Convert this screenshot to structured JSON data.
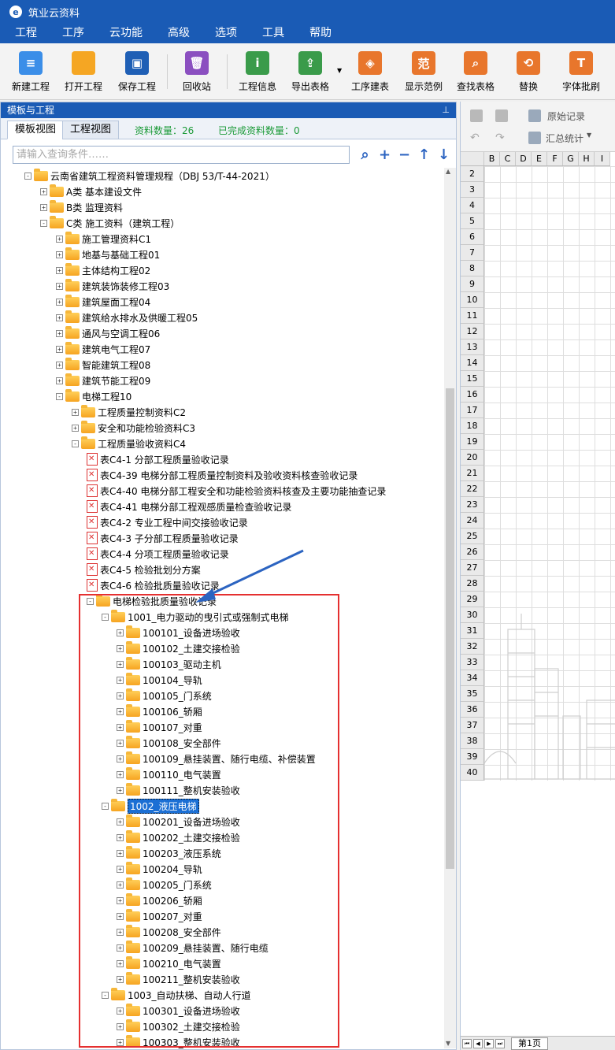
{
  "app": {
    "title": "筑业云资料"
  },
  "menu": [
    "工程",
    "工序",
    "云功能",
    "高级",
    "选项",
    "工具",
    "帮助"
  ],
  "toolbar": [
    {
      "label": "新建工程",
      "icon": "new-project-icon",
      "color": "#3b8ee8",
      "glyph": "≡"
    },
    {
      "label": "打开工程",
      "icon": "open-folder-icon",
      "color": "#f5a623",
      "glyph": ""
    },
    {
      "label": "保存工程",
      "icon": "save-icon",
      "color": "#1f5fb5",
      "glyph": "▣"
    },
    {
      "label": "回收站",
      "icon": "recycle-bin-icon",
      "color": "#8b4fc0",
      "glyph": "🗑"
    },
    {
      "label": "工程信息",
      "icon": "info-icon",
      "color": "#3a9b4a",
      "glyph": "i"
    },
    {
      "label": "导出表格",
      "icon": "export-table-icon",
      "color": "#3a9b4a",
      "glyph": "⇪"
    },
    {
      "label": "工序建表",
      "icon": "layers-icon",
      "color": "#e8762c",
      "glyph": "◈"
    },
    {
      "label": "显示范例",
      "icon": "example-icon",
      "color": "#e8762c",
      "glyph": "范"
    },
    {
      "label": "查找表格",
      "icon": "search-icon",
      "color": "#e8762c",
      "glyph": "⌕"
    },
    {
      "label": "替换",
      "icon": "replace-icon",
      "color": "#e8762c",
      "glyph": "⟲"
    },
    {
      "label": "字体批刷",
      "icon": "font-brush-icon",
      "color": "#e8762c",
      "glyph": "T"
    }
  ],
  "panel": {
    "title": "模板与工程",
    "tabs": [
      "模板视图",
      "工程视图"
    ],
    "count_label": "资料数量：26",
    "done_label": "已完成资料数量：0",
    "search_placeholder": "请输入查询条件……"
  },
  "tree": [
    {
      "depth": 1,
      "type": "folder",
      "exp": "-",
      "label": "云南省建筑工程资料管理规程（DBJ 53/T-44-2021）"
    },
    {
      "depth": 2,
      "type": "folder",
      "exp": "+",
      "label": "A类 基本建设文件"
    },
    {
      "depth": 2,
      "type": "folder",
      "exp": "+",
      "label": "B类 监理资料"
    },
    {
      "depth": 2,
      "type": "folder",
      "exp": "-",
      "label": "C类 施工资料（建筑工程）"
    },
    {
      "depth": 3,
      "type": "folder",
      "exp": "+",
      "label": "施工管理资料C1"
    },
    {
      "depth": 3,
      "type": "folder",
      "exp": "+",
      "label": "地基与基础工程01"
    },
    {
      "depth": 3,
      "type": "folder",
      "exp": "+",
      "label": "主体结构工程02"
    },
    {
      "depth": 3,
      "type": "folder",
      "exp": "+",
      "label": "建筑装饰装修工程03"
    },
    {
      "depth": 3,
      "type": "folder",
      "exp": "+",
      "label": "建筑屋面工程04"
    },
    {
      "depth": 3,
      "type": "folder",
      "exp": "+",
      "label": "建筑给水排水及供暖工程05"
    },
    {
      "depth": 3,
      "type": "folder",
      "exp": "+",
      "label": "通风与空调工程06"
    },
    {
      "depth": 3,
      "type": "folder",
      "exp": "+",
      "label": "建筑电气工程07"
    },
    {
      "depth": 3,
      "type": "folder",
      "exp": "+",
      "label": "智能建筑工程08"
    },
    {
      "depth": 3,
      "type": "folder",
      "exp": "+",
      "label": "建筑节能工程09"
    },
    {
      "depth": 3,
      "type": "folder",
      "exp": "-",
      "label": "电梯工程10"
    },
    {
      "depth": 4,
      "type": "folder",
      "exp": "+",
      "label": "工程质量控制资料C2"
    },
    {
      "depth": 4,
      "type": "folder",
      "exp": "+",
      "label": "安全和功能检验资料C3"
    },
    {
      "depth": 4,
      "type": "folder",
      "exp": "-",
      "label": "工程质量验收资料C4"
    },
    {
      "depth": 5,
      "type": "file",
      "exp": "",
      "label": "表C4-1 分部工程质量验收记录"
    },
    {
      "depth": 5,
      "type": "file",
      "exp": "",
      "label": "表C4-39 电梯分部工程质量控制资料及验收资料核查验收记录"
    },
    {
      "depth": 5,
      "type": "file",
      "exp": "",
      "label": "表C4-40 电梯分部工程安全和功能检验资料核查及主要功能抽查记录"
    },
    {
      "depth": 5,
      "type": "file",
      "exp": "",
      "label": "表C4-41 电梯分部工程观感质量检查验收记录"
    },
    {
      "depth": 5,
      "type": "file",
      "exp": "",
      "label": "表C4-2 专业工程中间交接验收记录"
    },
    {
      "depth": 5,
      "type": "file",
      "exp": "",
      "label": "表C4-3 子分部工程质量验收记录"
    },
    {
      "depth": 5,
      "type": "file",
      "exp": "",
      "label": "表C4-4 分项工程质量验收记录"
    },
    {
      "depth": 5,
      "type": "file",
      "exp": "",
      "label": "表C4-5 检验批划分方案"
    },
    {
      "depth": 5,
      "type": "file",
      "exp": "",
      "label": "表C4-6 检验批质量验收记录"
    },
    {
      "depth": 5,
      "type": "folder",
      "exp": "-",
      "label": "电梯检验批质量验收记录"
    },
    {
      "depth": 6,
      "type": "folder",
      "exp": "-",
      "label": "1001_电力驱动的曳引式或强制式电梯"
    },
    {
      "depth": 7,
      "type": "folder",
      "exp": "+",
      "label": "100101_设备进场验收"
    },
    {
      "depth": 7,
      "type": "folder",
      "exp": "+",
      "label": "100102_土建交接检验"
    },
    {
      "depth": 7,
      "type": "folder",
      "exp": "+",
      "label": "100103_驱动主机"
    },
    {
      "depth": 7,
      "type": "folder",
      "exp": "+",
      "label": "100104_导轨"
    },
    {
      "depth": 7,
      "type": "folder",
      "exp": "+",
      "label": "100105_门系统"
    },
    {
      "depth": 7,
      "type": "folder",
      "exp": "+",
      "label": "100106_轿厢"
    },
    {
      "depth": 7,
      "type": "folder",
      "exp": "+",
      "label": "100107_对重"
    },
    {
      "depth": 7,
      "type": "folder",
      "exp": "+",
      "label": "100108_安全部件"
    },
    {
      "depth": 7,
      "type": "folder",
      "exp": "+",
      "label": "100109_悬挂装置、随行电缆、补偿装置"
    },
    {
      "depth": 7,
      "type": "folder",
      "exp": "+",
      "label": "100110_电气装置"
    },
    {
      "depth": 7,
      "type": "folder",
      "exp": "+",
      "label": "100111_整机安装验收"
    },
    {
      "depth": 6,
      "type": "folder",
      "exp": "-",
      "label": "1002_液压电梯",
      "selected": true
    },
    {
      "depth": 7,
      "type": "folder",
      "exp": "+",
      "label": "100201_设备进场验收"
    },
    {
      "depth": 7,
      "type": "folder",
      "exp": "+",
      "label": "100202_土建交接检验"
    },
    {
      "depth": 7,
      "type": "folder",
      "exp": "+",
      "label": "100203_液压系统"
    },
    {
      "depth": 7,
      "type": "folder",
      "exp": "+",
      "label": "100204_导轨"
    },
    {
      "depth": 7,
      "type": "folder",
      "exp": "+",
      "label": "100205_门系统"
    },
    {
      "depth": 7,
      "type": "folder",
      "exp": "+",
      "label": "100206_轿厢"
    },
    {
      "depth": 7,
      "type": "folder",
      "exp": "+",
      "label": "100207_对重"
    },
    {
      "depth": 7,
      "type": "folder",
      "exp": "+",
      "label": "100208_安全部件"
    },
    {
      "depth": 7,
      "type": "folder",
      "exp": "+",
      "label": "100209_悬挂装置、随行电缆"
    },
    {
      "depth": 7,
      "type": "folder",
      "exp": "+",
      "label": "100210_电气装置"
    },
    {
      "depth": 7,
      "type": "folder",
      "exp": "+",
      "label": "100211_整机安装验收"
    },
    {
      "depth": 6,
      "type": "folder",
      "exp": "-",
      "label": "1003_自动扶梯、自动人行道"
    },
    {
      "depth": 7,
      "type": "folder",
      "exp": "+",
      "label": "100301_设备进场验收"
    },
    {
      "depth": 7,
      "type": "folder",
      "exp": "+",
      "label": "100302_土建交接检验"
    },
    {
      "depth": 7,
      "type": "folder",
      "exp": "+",
      "label": "100303_整机安装验收"
    }
  ],
  "right": {
    "original_record": "原始记录",
    "summary_stats": "汇总统计",
    "columns": [
      "B",
      "C",
      "D",
      "E",
      "F",
      "G",
      "H",
      "I"
    ],
    "rows": [
      "2",
      "3",
      "4",
      "5",
      "6",
      "7",
      "8",
      "9",
      "10",
      "11",
      "12",
      "13",
      "14",
      "15",
      "16",
      "17",
      "18",
      "19",
      "20",
      "21",
      "22",
      "23",
      "24",
      "25",
      "26",
      "27",
      "28",
      "29",
      "30",
      "31",
      "32",
      "33",
      "34",
      "35",
      "36",
      "37",
      "38",
      "39",
      "40"
    ],
    "sheet_tab": "第1页"
  }
}
